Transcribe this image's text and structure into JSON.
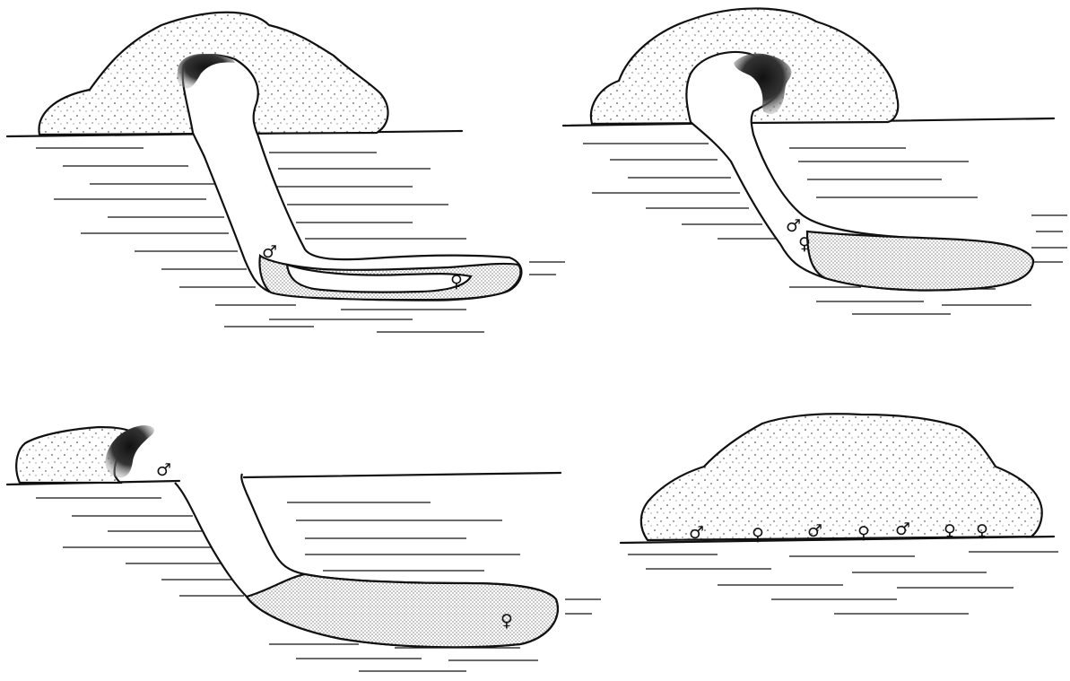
{
  "panels": [
    {
      "id": "top-left",
      "symbols": [
        "♂",
        "♀"
      ]
    },
    {
      "id": "top-right",
      "symbols": [
        "♂",
        "♀"
      ]
    },
    {
      "id": "bottom-left",
      "symbols": [
        "♂",
        "♀"
      ]
    },
    {
      "id": "bottom-right",
      "symbols": [
        "♂",
        "♀",
        "♂",
        "♀",
        "♂",
        "♀",
        "♀"
      ]
    }
  ],
  "colors": {
    "ink": "#111111",
    "background": "#ffffff"
  }
}
